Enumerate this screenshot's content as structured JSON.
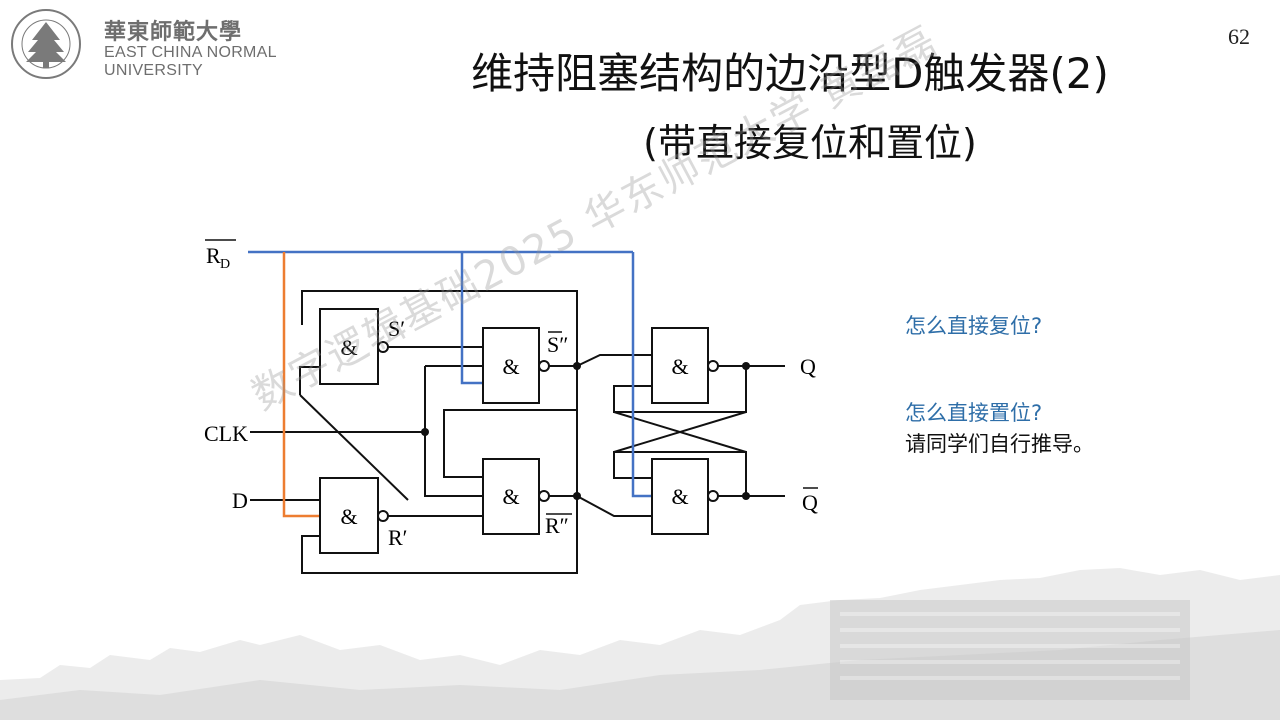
{
  "header": {
    "logo_cn": "華東師範大學",
    "logo_en_line1": "EAST CHINA NORMAL",
    "logo_en_line2": "UNIVERSITY",
    "page_number": "62"
  },
  "title": {
    "line1": "维持阻塞结构的边沿型D触发器(2)",
    "line2": "(带直接复位和置位)"
  },
  "questions": {
    "q1": "怎么直接复位?",
    "q2": "怎么直接置位?",
    "q3": "请同学们自行推导。"
  },
  "watermark": "数字逻辑基础2025 华东师范大学 黄磊磊",
  "circuit": {
    "labels": {
      "rd": "R",
      "rd_sub": "D",
      "clk": "CLK",
      "d": "D",
      "q": "Q",
      "qbar": "Q",
      "s1": "S′",
      "r1": "R′",
      "s2": "S″",
      "r2": "R″"
    },
    "gate_symbol": "&",
    "colors": {
      "reset_line": "#4472c4",
      "set_line": "#ed7d31",
      "wire": "#111111",
      "logo": "#6e6e6e"
    }
  }
}
